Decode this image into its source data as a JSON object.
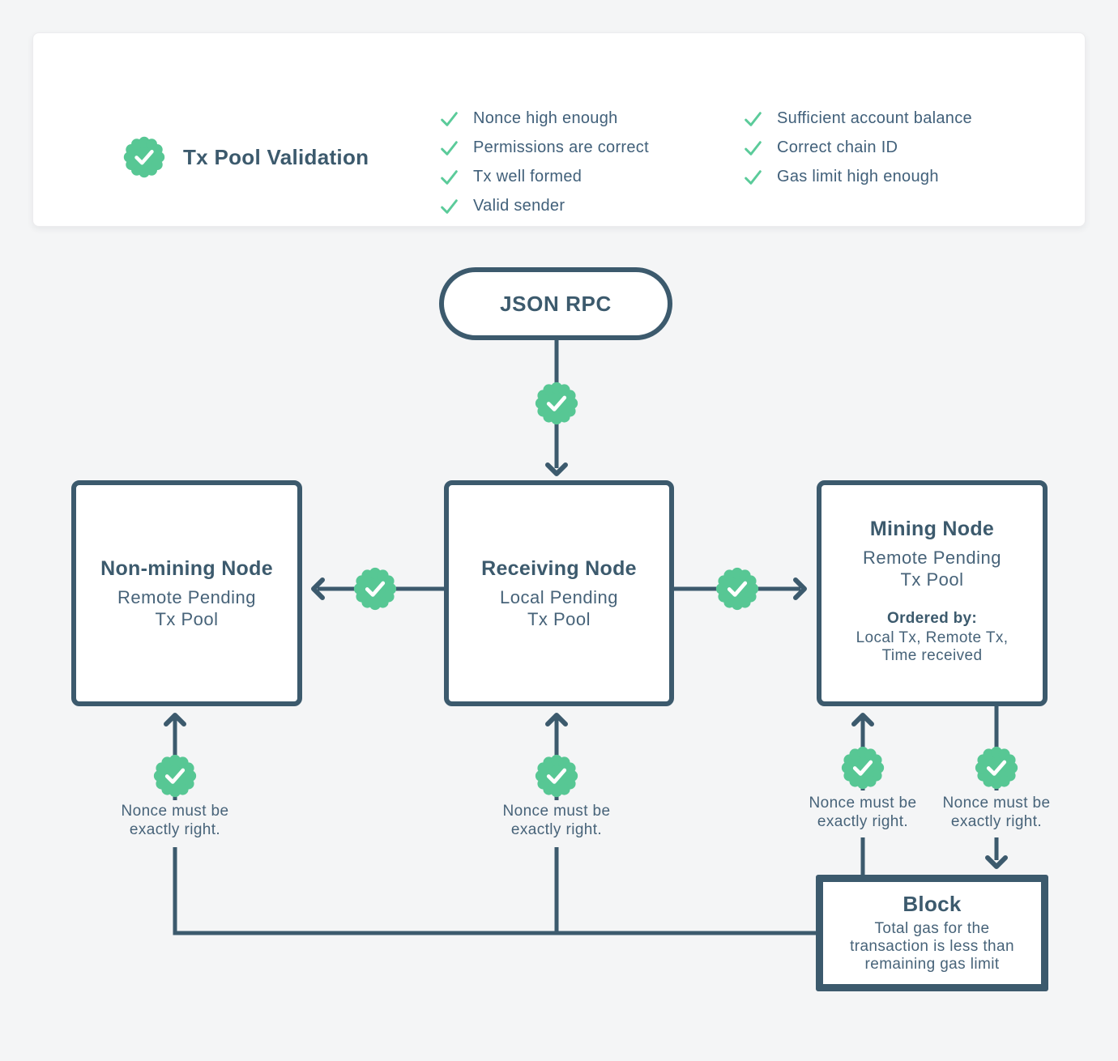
{
  "colors": {
    "navy": "#3c5a6d",
    "badge_green": "#57c794",
    "check_green": "#5bcb9a",
    "background": "#f4f5f6",
    "card_background": "#ffffff"
  },
  "legend": {
    "title": "Tx Pool Validation",
    "checks_col1": [
      "Nonce high enough",
      "Permissions are correct",
      "Tx well formed",
      "Valid sender"
    ],
    "checks_col2": [
      "Sufficient account balance",
      "Correct chain ID",
      "Gas limit high enough"
    ]
  },
  "diagram": {
    "json_rpc": {
      "label": "JSON RPC"
    },
    "non_mining_node": {
      "title": "Non-mining Node",
      "subtitle": "Remote Pending\nTx Pool"
    },
    "receiving_node": {
      "title": "Receiving Node",
      "subtitle": "Local Pending\nTx Pool"
    },
    "mining_node": {
      "title": "Mining Node",
      "subtitle": "Remote Pending\nTx Pool",
      "ordered_by_label": "Ordered by:",
      "ordered_by_body": "Local Tx, Remote Tx,\nTime received"
    },
    "block": {
      "title": "Block",
      "body": "Total gas for the\ntransaction is less than\nremaining gas limit"
    },
    "nonce_notes": [
      "Nonce must be\nexactly right.",
      "Nonce must be\nexactly right.",
      "Nonce must be\nexactly right.",
      "Nonce must be\nexactly right."
    ]
  }
}
